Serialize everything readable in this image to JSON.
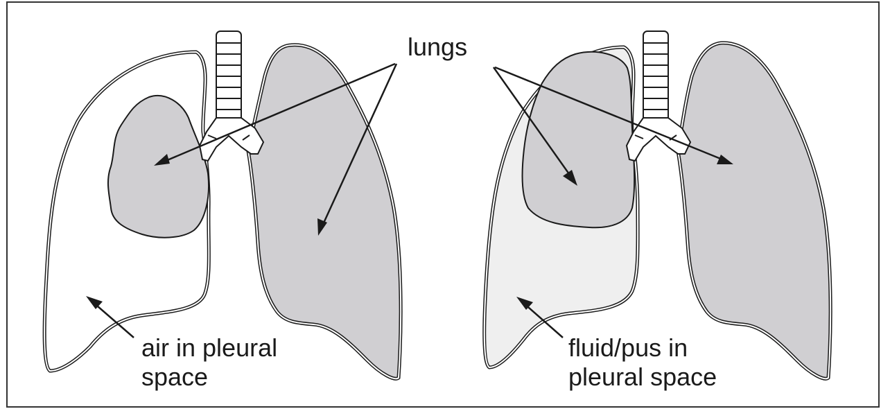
{
  "labels": {
    "top": "lungs",
    "left_line1": "air in pleural",
    "left_line2": "space",
    "right_line1": "fluid/pus in",
    "right_line2": "pleural space"
  },
  "colors": {
    "lung_fill": "#d0cfd2",
    "fluid_fill": "#efefef",
    "stroke": "#1a1a1a",
    "background": "#ffffff"
  }
}
